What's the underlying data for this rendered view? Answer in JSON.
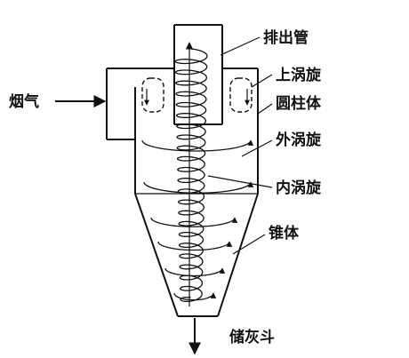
{
  "labels": {
    "outlet_pipe": "排出管",
    "upper_vortex": "上涡旋",
    "cylinder": "圆柱体",
    "flue_gas": "烟气",
    "outer_vortex": "外涡旋",
    "inner_vortex": "内涡旋",
    "cone": "锥体",
    "ash_hopper": "储灰斗"
  },
  "colors": {
    "line": "#111111",
    "background": "#ffffff"
  }
}
